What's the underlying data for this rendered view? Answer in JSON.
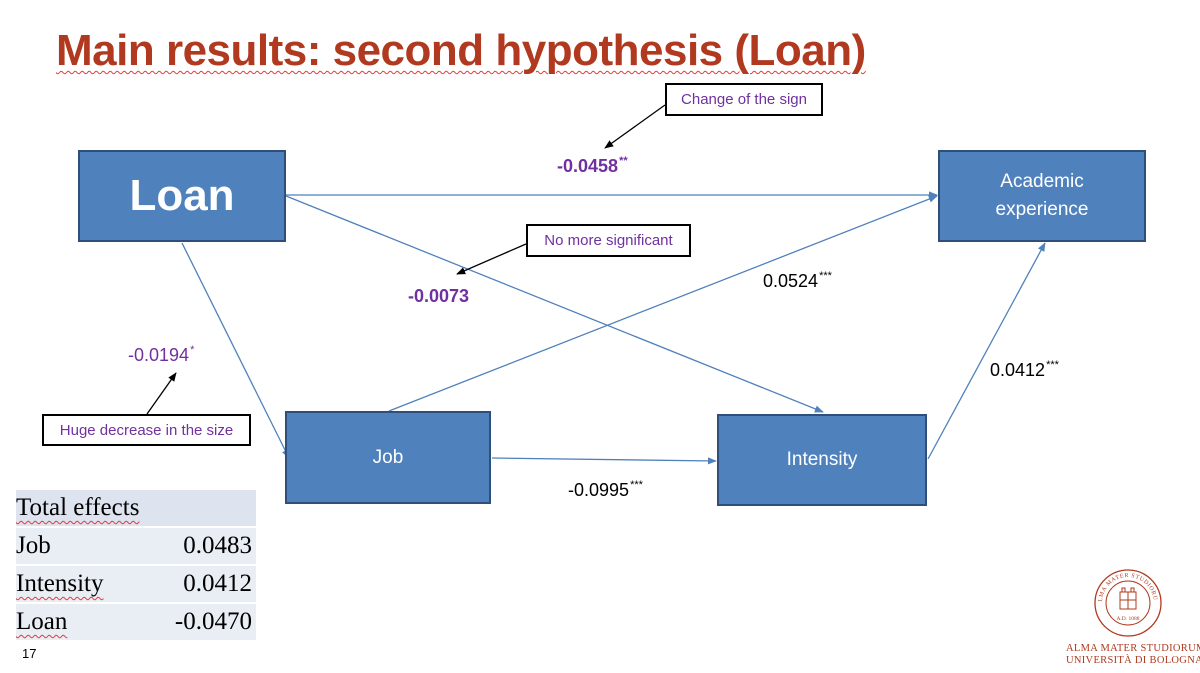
{
  "slide": {
    "title": "Main results: second hypothesis (Loan)",
    "page_number": "17"
  },
  "nodes": {
    "loan": "Loan",
    "academic": "Academic\nexperience",
    "job": "Job",
    "intensity": "Intensity"
  },
  "paths": {
    "loan_academic": {
      "value": "-0.0458",
      "stars": "**"
    },
    "loan_intensity": {
      "value": "-0.0073",
      "stars": ""
    },
    "loan_job": {
      "value": "-0.0194",
      "stars": "*"
    },
    "job_academic": {
      "value": "0.0524",
      "stars": "***"
    },
    "intensity_academic": {
      "value": "0.0412",
      "stars": "***"
    },
    "job_intensity": {
      "value": "-0.0995",
      "stars": "***"
    }
  },
  "callouts": {
    "sign_change": "Change of the sign",
    "not_significant": "No more significant",
    "size_decrease": "Huge decrease in the size"
  },
  "total_effects": {
    "header": "Total effects",
    "rows": [
      {
        "label": "Job",
        "value": "0.0483"
      },
      {
        "label": "Intensity",
        "value": "0.0412"
      },
      {
        "label": "Loan",
        "value": "-0.0470"
      }
    ]
  },
  "logo": {
    "line1": "ALMA MATER STUDIORUM",
    "line2": "UNIVERSITÀ DI BOLOGNA",
    "seal_text": "ALMA MATER STUDIORUM",
    "seal_year": "A.D. 1088"
  },
  "colors": {
    "title": "#b0391f",
    "node_fill": "#4f81bd",
    "node_border": "#2f4f7a",
    "highlight_text": "#7030a0",
    "arrow": "#4f81bd",
    "logo": "#b0391f"
  }
}
